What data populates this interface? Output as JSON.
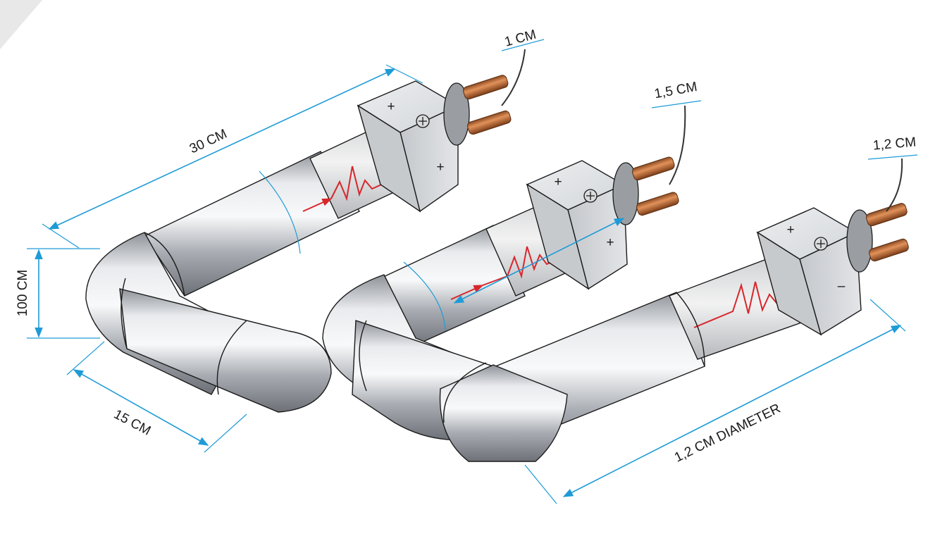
{
  "dimensions": {
    "length": "30 CM",
    "height": "100 CM",
    "width": "15 CM",
    "diameter": "1,2 CM DIAMETER"
  },
  "heaters": [
    {
      "terminal_callout": "1 CM",
      "top_symbol": "+",
      "side_symbol": "+"
    },
    {
      "terminal_callout": "1,5 CM",
      "top_symbol": "+",
      "side_symbol": "+"
    },
    {
      "terminal_callout": "1,2 CM",
      "top_symbol": "+",
      "side_symbol": "–"
    }
  ],
  "colors": {
    "dimension": "#1e9bd7",
    "heating_coil": "#d8262b",
    "copper": "#c8743b",
    "steel": "#b8bcc2"
  }
}
